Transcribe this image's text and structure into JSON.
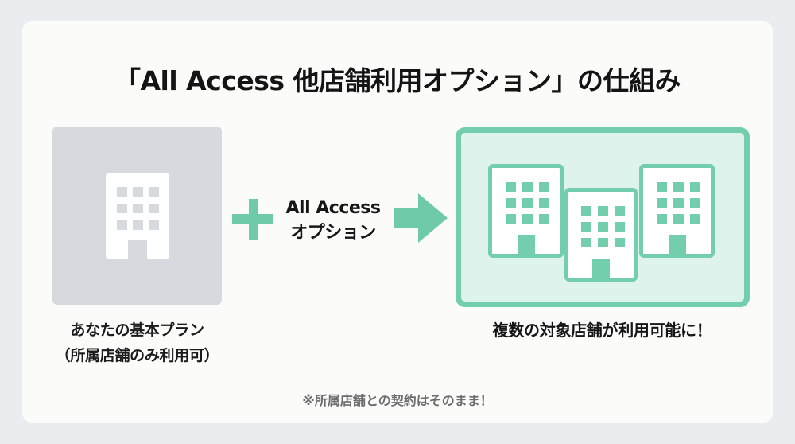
{
  "title": "「All Access 他店舗利用オプション」の仕組み",
  "left_panel": {
    "icon": "building-icon",
    "caption_line1": "あなたの基本プラン",
    "caption_line2": "（所属店舗のみ利用可）"
  },
  "operator": {
    "icon": "plus-icon",
    "label_line1": "All Access",
    "label_line2": "オプション",
    "arrow_icon": "arrow-right-icon"
  },
  "right_panel": {
    "icons": [
      "building-icon",
      "building-icon",
      "building-icon"
    ],
    "caption": "複数の対象店舗が利用可能に！"
  },
  "footnote": "※所属店舗との契約はそのまま！",
  "colors": {
    "accent_green": "#72ceac",
    "green_fill": "#def3eb",
    "gray_panel": "#d6d9dd",
    "card_bg": "#fbfbfa",
    "page_bg": "#e9edf0",
    "text": "#161616",
    "note_text": "#6d6d6d"
  }
}
